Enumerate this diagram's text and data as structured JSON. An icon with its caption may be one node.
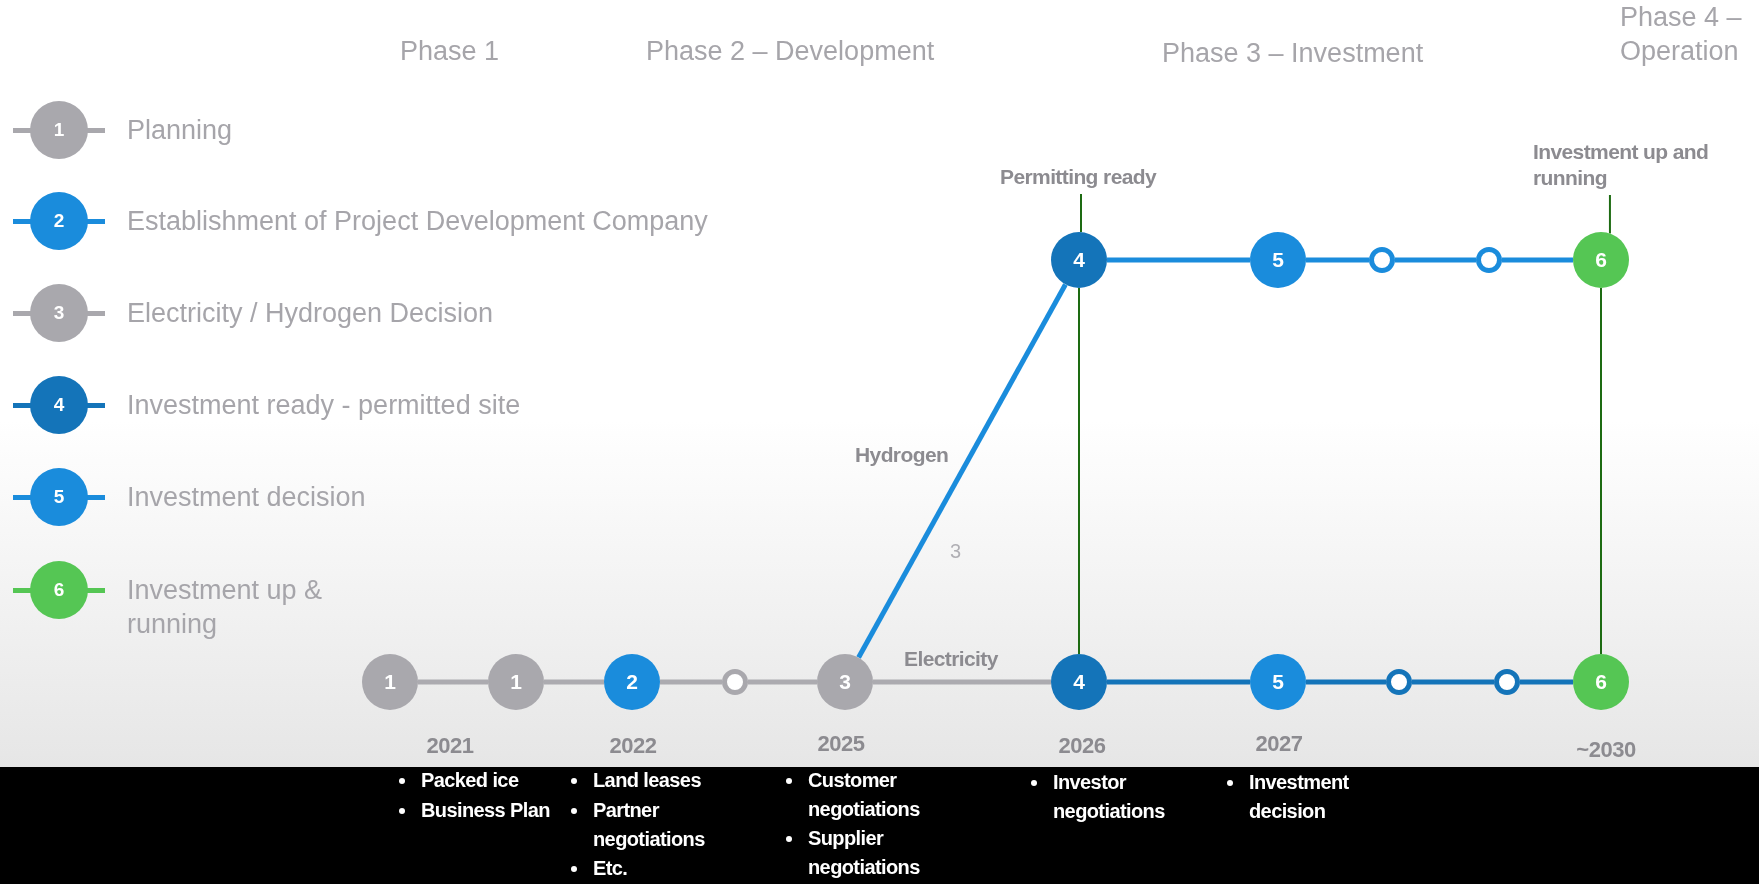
{
  "diagram": {
    "nodes": [
      {
        "text": [
          "Permitting ready"
        ]
      },
      {
        "text": [
          "Investment up and running"
        ]
      },
      {
        "text": [
          "4"
        ]
      },
      {
        "text": [
          "5"
        ]
      },
      {
        "text": [],
        "shape": "circle"
      },
      {
        "text": [],
        "shape": "circle"
      },
      {
        "text": [
          "6"
        ]
      },
      {
        "text": [
          "1"
        ]
      },
      {
        "text": [
          "1"
        ]
      },
      {
        "text": [
          "2"
        ]
      },
      {
        "text": [],
        "shape": "circle"
      },
      {
        "text": [
          "3"
        ]
      },
      {
        "text": [
          "4"
        ]
      },
      {
        "text": [
          "5"
        ]
      },
      {
        "text": [],
        "shape": "circle"
      },
      {
        "text": [],
        "shape": "circle"
      },
      {
        "text": [
          "6"
        ]
      }
    ],
    "edges": [
      {
        "from": 7,
        "to": 8,
        "arrow": "none",
        "color": "#acabb0"
      },
      {
        "from": 8,
        "to": 9,
        "arrow": "none",
        "color": "#acabb0"
      },
      {
        "from": 9,
        "to": 10,
        "arrow": "none",
        "color": "#acabb0"
      },
      {
        "from": 10,
        "to": 11,
        "arrow": "none",
        "color": "#acabb0"
      },
      {
        "from": 11,
        "to": 12,
        "arrow": "none",
        "label": "Electricity",
        "color": "#acabb0"
      },
      {
        "from": 11,
        "to": 2,
        "arrow": "none",
        "label": "Hydrogen",
        "color": "#1a8cdc"
      },
      {
        "from": 2,
        "to": 3,
        "arrow": "none",
        "color": "#1a8cdc"
      },
      {
        "from": 3,
        "to": 4,
        "arrow": "none",
        "color": "#1a8cdc"
      },
      {
        "from": 4,
        "to": 5,
        "arrow": "none",
        "color": "#1a8cdc"
      },
      {
        "from": 5,
        "to": 6,
        "arrow": "none",
        "color": "#1a8cdc"
      },
      {
        "from": 12,
        "to": 13,
        "arrow": "none",
        "color": "#1474b9"
      },
      {
        "from": 13,
        "to": 14,
        "arrow": "none",
        "color": "#1474b9"
      },
      {
        "from": 14,
        "to": 15,
        "arrow": "none",
        "color": "#1474b9"
      },
      {
        "from": 15,
        "to": 16,
        "arrow": "none",
        "color": "#1474b9"
      },
      {
        "from": 0,
        "to": 2,
        "arrow": "none",
        "color": "#1d6b12"
      },
      {
        "from": 2,
        "to": 12,
        "arrow": "none",
        "color": "#1d6b12"
      },
      {
        "from": 1,
        "to": 6,
        "arrow": "none",
        "color": "#1d6b12"
      },
      {
        "from": 6,
        "to": 16,
        "arrow": "none",
        "color": "#1d6b12"
      }
    ],
    "labels": [
      "Phase 1",
      "Phase 2 – Development",
      "Phase 3 – Investment",
      "Phase 4 – Operation",
      "1",
      "2",
      "3",
      "4",
      "5",
      "6",
      "3",
      "2021",
      "2022",
      "2025",
      "2026",
      "2027",
      "~2030",
      "Packed ice",
      "Business Plan",
      "Land leases",
      "Partner negotiations",
      "Etc.",
      "Customer negotiations",
      "Supplier negotiations",
      "Investor negotiations",
      "Investment decision"
    ],
    "legend": [
      {
        "text": "Planning",
        "color": "#a9a8ad"
      },
      {
        "text": "Establishment of Project Development Company",
        "color": "#1a8cdc"
      },
      {
        "text": "Electricity / Hydrogen Decision",
        "color": "#a9a8ad"
      },
      {
        "text": "Investment ready - permitted site",
        "color": "#1474b9"
      },
      {
        "text": "Investment decision",
        "color": "#1a8cdc"
      },
      {
        "text": "Investment up & running",
        "color": "#55c654"
      }
    ]
  }
}
